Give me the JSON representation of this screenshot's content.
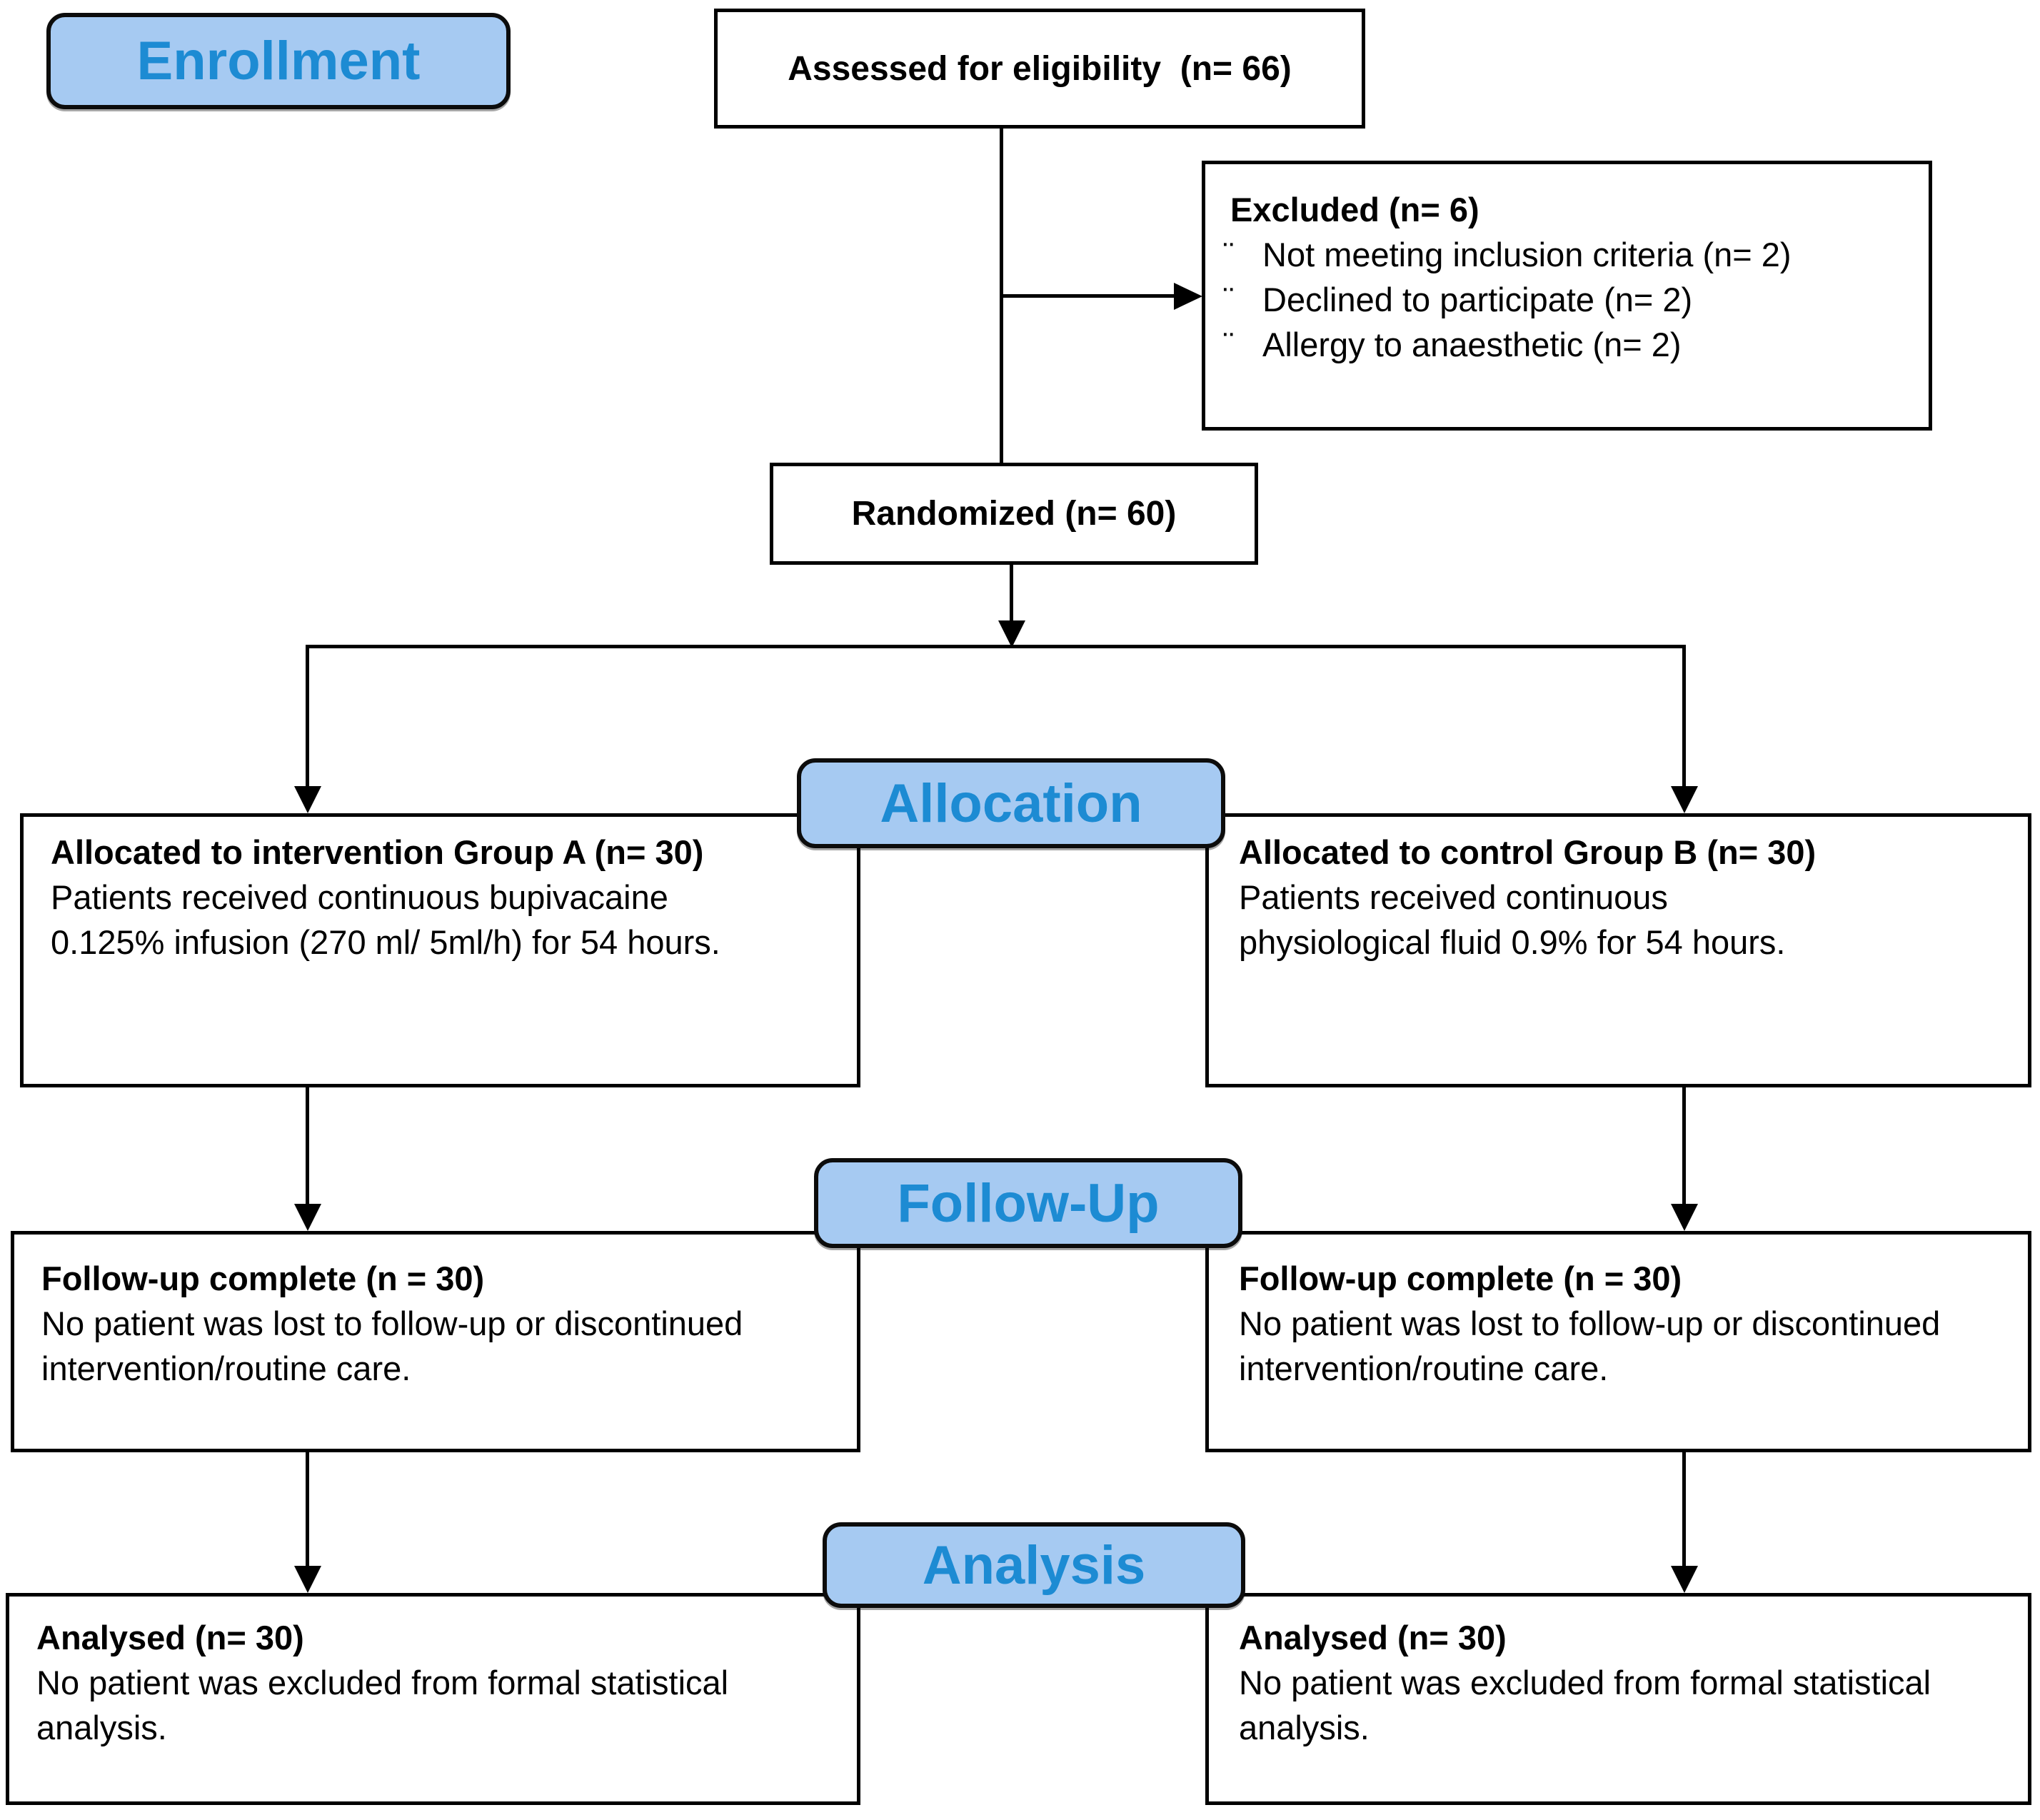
{
  "stages": {
    "enrollment": "Enrollment",
    "allocation": "Allocation",
    "followup": "Follow-Up",
    "analysis": "Analysis"
  },
  "boxes": {
    "assessed": {
      "title": "Assessed for eligibility  (n= 66)"
    },
    "excluded": {
      "title": "Excluded (n= 6)",
      "bullet": "¨",
      "items": [
        "Not meeting inclusion criteria (n= 2)",
        "Declined to participate (n= 2)",
        "Allergy to anaesthetic (n= 2)"
      ]
    },
    "randomized": {
      "title": "Randomized (n= 60)"
    },
    "allocation_left": {
      "title": "Allocated to intervention Group A (n= 30)",
      "body": "Patients received continuous bupivacaine\n0.125% infusion (270 ml/ 5ml/h) for 54 hours."
    },
    "allocation_right": {
      "title": "Allocated to control Group B (n= 30)",
      "body": "Patients received continuous\nphysiological fluid 0.9% for 54 hours."
    },
    "followup_left": {
      "title": "Follow-up complete (n = 30)",
      "body": "No patient was lost to follow-up or discontinued\nintervention/routine care."
    },
    "followup_right": {
      "title": "Follow-up complete (n = 30)",
      "body": "No patient was lost to follow-up or discontinued\nintervention/routine care."
    },
    "analysis_left": {
      "title": "Analysed (n= 30)",
      "body": "No patient was excluded from formal statistical\nanalysis."
    },
    "analysis_right": {
      "title": "Analysed (n= 30)",
      "body": "No patient was excluded from formal statistical\nanalysis."
    }
  },
  "colors": {
    "stage_fill": "#a6caf2",
    "stage_text": "#1d8bd3",
    "box_border": "#000000",
    "background": "#ffffff"
  }
}
